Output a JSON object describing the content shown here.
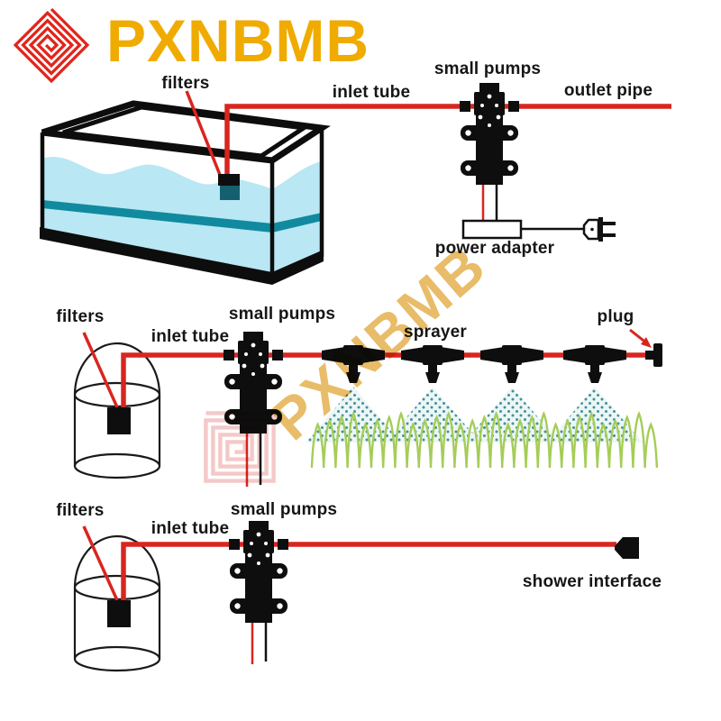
{
  "brand": {
    "text": "PXNBMB"
  },
  "watermark": {
    "text": "PXNBMB"
  },
  "colors": {
    "logo_red": "#e1251b",
    "brand_gold": "#f0ab00",
    "watermark_gold": "#e2a93e",
    "tube_red": "#d9251f",
    "water_blue": "#b9e7f4",
    "water_deep_teal": "#118a9f",
    "mist_teal": "#43929a",
    "grass_green": "#a5cd58",
    "device_black": "#0e0e0e"
  },
  "diagrams": {
    "aquarium": {
      "labels": {
        "filters": "filters",
        "inlet_tube": "inlet tube",
        "small_pumps": "small pumps",
        "outlet_pipe": "outlet pipe",
        "power_adapter": "power adapter"
      }
    },
    "misting": {
      "labels": {
        "filters": "filters",
        "inlet_tube": "inlet tube",
        "small_pumps": "small pumps",
        "sprayer": "sprayer",
        "plug": "plug"
      }
    },
    "shower": {
      "labels": {
        "filters": "filters",
        "inlet_tube": "inlet tube",
        "small_pumps": "small pumps",
        "shower_interface": "shower interface"
      }
    }
  }
}
